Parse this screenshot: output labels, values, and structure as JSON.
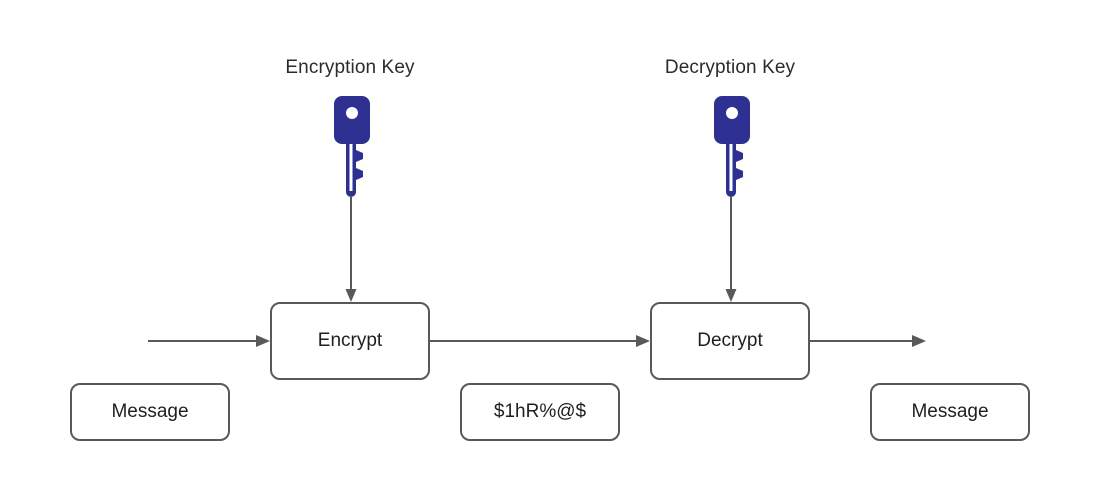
{
  "diagram": {
    "title_present": false,
    "background_color": "#ffffff",
    "key_color": "#2e3192",
    "line_color": "#595959",
    "text_color": "#1f1f1f"
  },
  "labels": {
    "encryption_key": "Encryption Key",
    "decryption_key": "Decryption Key"
  },
  "icons": {
    "encryption_key_icon": "key-icon",
    "decryption_key_icon": "key-icon"
  },
  "process_boxes": [
    {
      "id": "encrypt",
      "label": "Encrypt"
    },
    {
      "id": "decrypt",
      "label": "Decrypt"
    }
  ],
  "data_boxes": [
    {
      "id": "plaintext-in",
      "label": "Message"
    },
    {
      "id": "ciphertext",
      "label": "$1hR%@$"
    },
    {
      "id": "plaintext-out",
      "label": "Message"
    }
  ],
  "connectors": [
    {
      "id": "input-to-encrypt",
      "kind": "arrow-right"
    },
    {
      "id": "encrypt-to-decrypt",
      "kind": "arrow-right"
    },
    {
      "id": "decrypt-to-output",
      "kind": "arrow-right"
    },
    {
      "id": "encryption-key-to-encrypt",
      "kind": "arrow-down"
    },
    {
      "id": "decryption-key-to-decrypt",
      "kind": "arrow-down"
    }
  ]
}
